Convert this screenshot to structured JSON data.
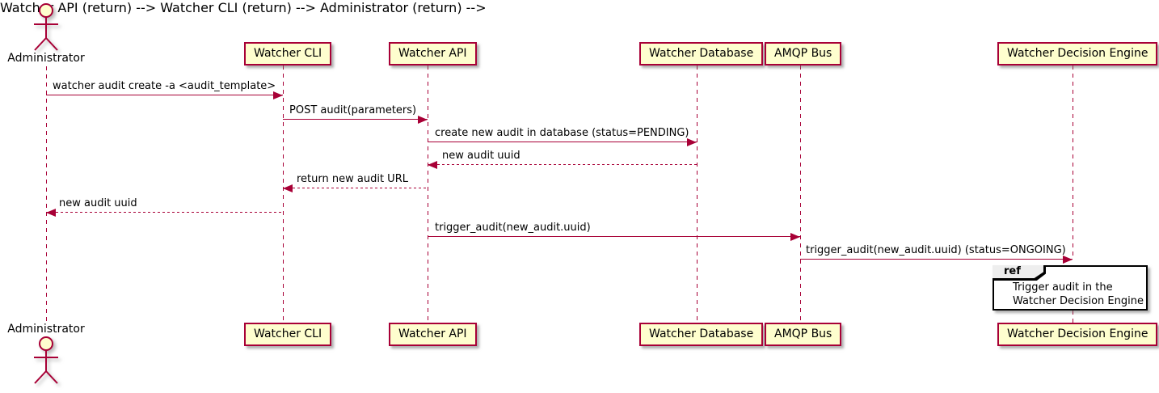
{
  "diagram": {
    "actor": {
      "name": "Administrator"
    },
    "participants": [
      {
        "label": "Watcher CLI"
      },
      {
        "label": "Watcher API"
      },
      {
        "label": "Watcher Database"
      },
      {
        "label": "AMQP Bus"
      },
      {
        "label": "Watcher Decision Engine"
      }
    ],
    "messages": [
      {
        "from": "Administrator",
        "to": "Watcher CLI",
        "style": "solid",
        "text": "watcher audit create -a <audit_template>"
      },
      {
        "from": "Watcher CLI",
        "to": "Watcher API",
        "style": "solid",
        "text": "POST audit(parameters)"
      },
      {
        "from": "Watcher API",
        "to": "Watcher Database",
        "style": "solid",
        "text": "create new audit in database (status=PENDING)"
      },
      {
        "from": "Watcher Database",
        "to": "Watcher API",
        "style": "dashed",
        "text": "new audit uuid"
      },
      {
        "from": "Watcher API",
        "to": "Watcher CLI",
        "style": "dashed",
        "text": "return new audit URL"
      },
      {
        "from": "Watcher CLI",
        "to": "Administrator",
        "style": "dashed",
        "text": "new audit uuid"
      },
      {
        "from": "Watcher API",
        "to": "AMQP Bus",
        "style": "solid",
        "text": "trigger_audit(new_audit.uuid)"
      },
      {
        "from": "AMQP Bus",
        "to": "Watcher Decision Engine",
        "style": "solid",
        "text": "trigger_audit(new_audit.uuid) (status=ONGOING)"
      }
    ],
    "ref_fragment": {
      "keyword": "ref",
      "line1": "Trigger audit in the",
      "line2": "Watcher Decision Engine"
    },
    "colors": {
      "participant_fill": "#FEFECE",
      "line": "#A80036",
      "text": "#000000",
      "ref_tab_fill": "#EEEEEE",
      "ref_border": "#000000"
    }
  }
}
